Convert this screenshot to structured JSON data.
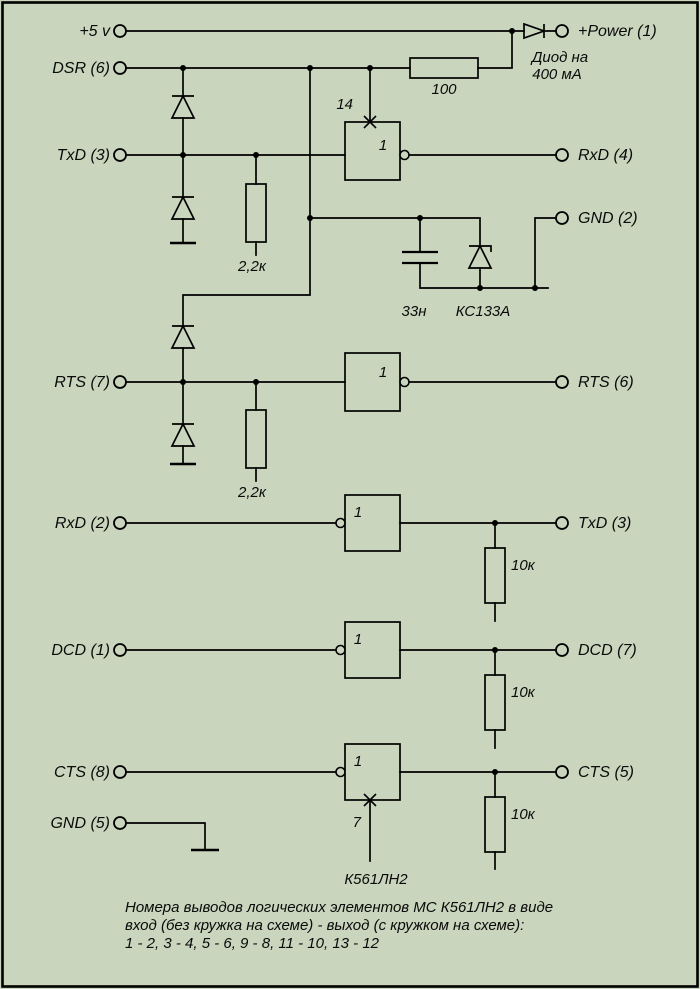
{
  "diagram": {
    "type": "circuit-schematic",
    "background": "#c9d5bd",
    "line_color": "#000000"
  },
  "terminals_left": {
    "v5": "+5 v",
    "dsr": "DSR (6)",
    "txd": "TxD (3)",
    "rts": "RTS (7)",
    "rxd": "RxD (2)",
    "dcd": "DCD (1)",
    "cts": "CTS (8)",
    "gnd": "GND (5)"
  },
  "terminals_right": {
    "power": "+Power (1)",
    "rxd": "RxD (4)",
    "gnd": "GND (2)",
    "rts": "RTS (6)",
    "txd": "TxD (3)",
    "dcd": "DCD (7)",
    "cts": "CTS (5)"
  },
  "labels": {
    "diode_note1": "Диод на",
    "diode_note2": "400 мА",
    "r_series": "100",
    "pin_vcc": "14",
    "pin_gnd": "7",
    "gate": "1",
    "r_pull_txd": "2,2к",
    "r_pull_rts": "2,2к",
    "cap": "33н",
    "zener": "КС133А",
    "r_input": "10к",
    "chip": "К561ЛН2"
  },
  "caption": {
    "line1": "Номера выводов логических элементов МС К561ЛН2 в виде",
    "line2": "вход (без кружка на схеме) - выход (с кружком на схеме):",
    "line3": "1 - 2, 3 - 4, 5 - 6, 9 - 8, 11 - 10, 13 - 12"
  }
}
